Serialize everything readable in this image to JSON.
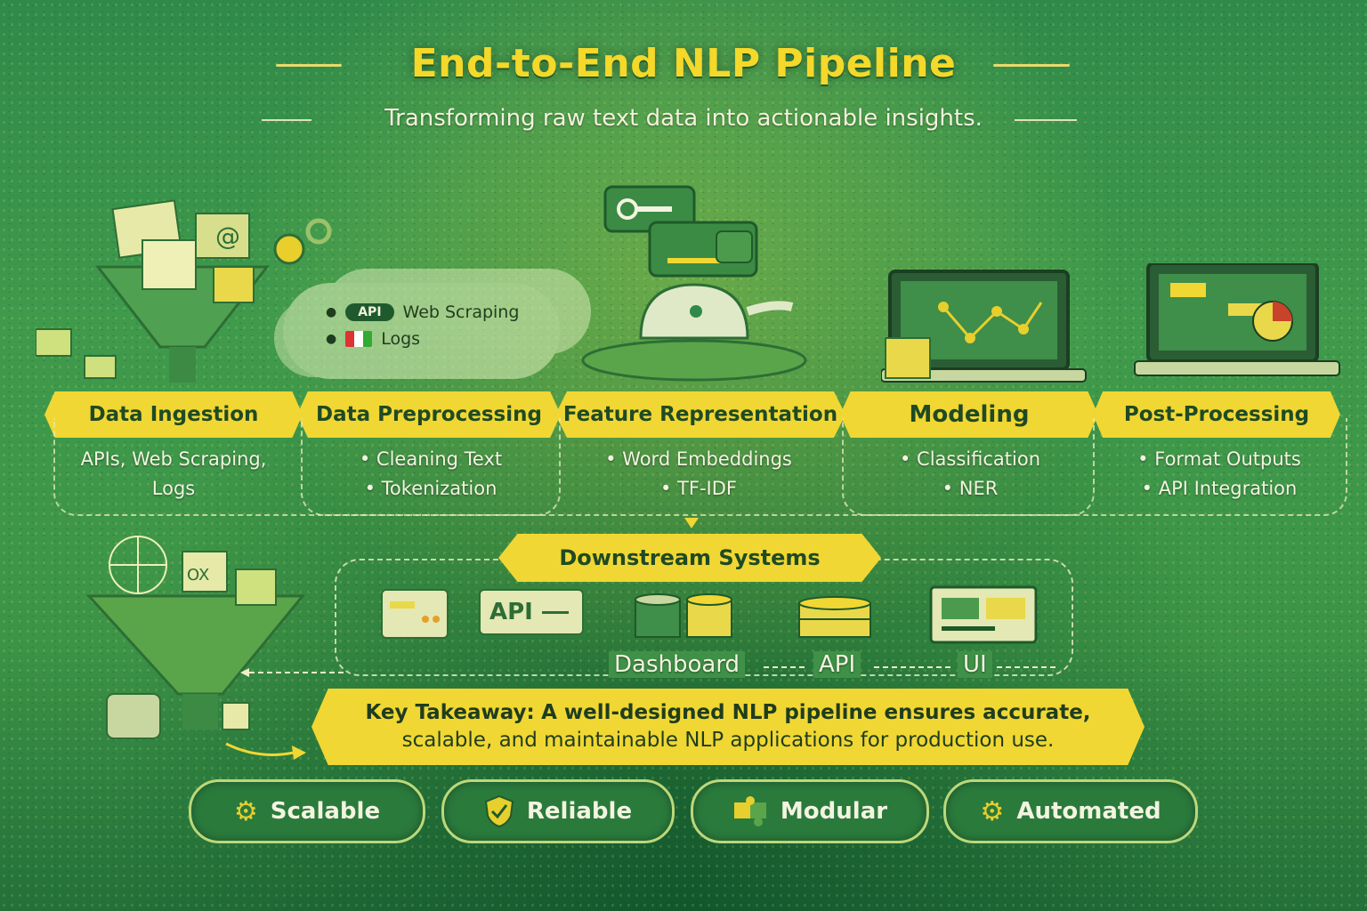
{
  "header": {
    "title": "End-to-End NLP Pipeline",
    "subtitle": "Transforming raw text data into actionable insights."
  },
  "source_cloud": {
    "items": [
      {
        "chip": "API",
        "label": "Web Scraping"
      },
      {
        "label": "Logs"
      }
    ]
  },
  "stages": [
    {
      "title": "Data Ingestion",
      "details": [
        "APIs, Web Scraping,",
        "Logs"
      ]
    },
    {
      "title": "Data Preprocessing",
      "details": [
        "• Cleaning Text",
        "• Tokenization"
      ]
    },
    {
      "title": "Feature Representation",
      "details": [
        "• Word Embeddings",
        "• TF-IDF"
      ]
    },
    {
      "title": "Modeling",
      "details": [
        "• Classification",
        "• NER"
      ]
    },
    {
      "title": "Post-Processing",
      "details": [
        "• Format Outputs",
        "• API Integration"
      ]
    }
  ],
  "downstream": {
    "title": "Downstream Systems",
    "api_icon_text": "API",
    "labels": [
      "Dashboard",
      "API",
      "UI"
    ]
  },
  "takeaway": {
    "lead": "Key Takeaway:",
    "text_line1": "A well-designed NLP pipeline ensures accurate,",
    "text_line2": "scalable, and maintainable NLP applications for production use."
  },
  "qualities": [
    {
      "label": "Scalable",
      "icon": "gear-icon"
    },
    {
      "label": "Reliable",
      "icon": "shield-check-icon"
    },
    {
      "label": "Modular",
      "icon": "puzzle-icon"
    },
    {
      "label": "Automated",
      "icon": "automation-gear-icon"
    }
  ],
  "colors": {
    "banner": "#f1d733",
    "title": "#f4d82a",
    "background": "#3f9a4c"
  }
}
